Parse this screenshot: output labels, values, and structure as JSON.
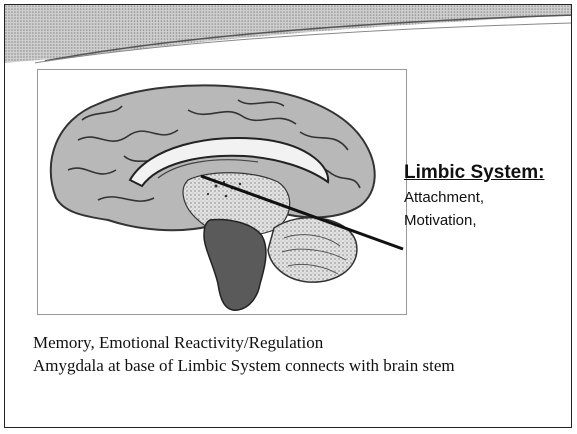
{
  "slide": {
    "label": {
      "title": "Limbic System:",
      "lines": [
        "Attachment,",
        "Motivation,"
      ]
    },
    "body": [
      "Memory, Emotional Reactivity/Regulation",
      "Amygdala at base of Limbic System connects with brain stem"
    ]
  },
  "colors": {
    "banner_gray": "#bdbdbd",
    "brain_gray": "#b8b8b8",
    "cerebellum_gray": "#d2d2d2",
    "stem_dark": "#5a5a5a",
    "text": "#111111"
  }
}
